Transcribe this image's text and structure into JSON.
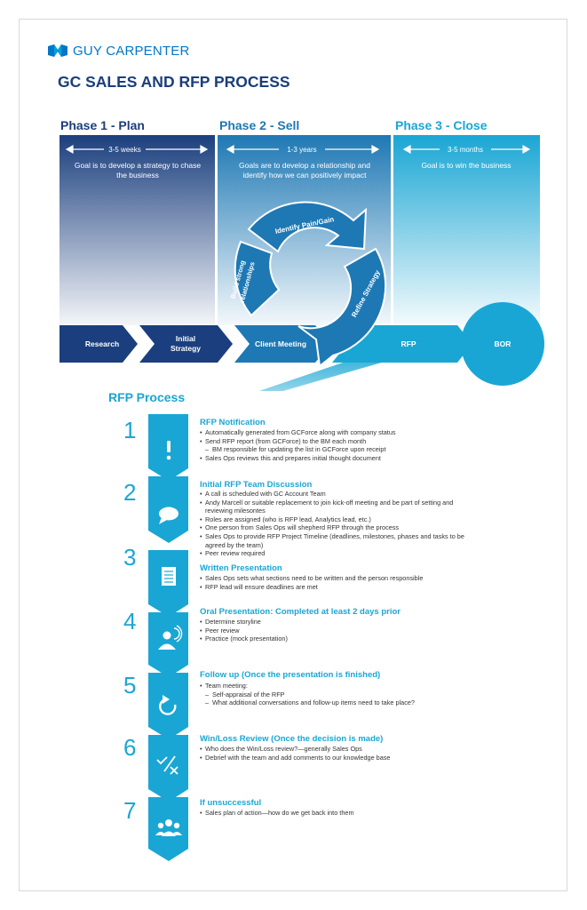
{
  "logo": {
    "text": "GUY CARPENTER"
  },
  "title": "GC SALES AND RFP PROCESS",
  "phases": [
    {
      "title": "Phase 1 - Plan",
      "duration": "3-5 weeks",
      "goal": "Goal is to develop a strategy to chase the business"
    },
    {
      "title": "Phase 2 - Sell",
      "duration": "1-3 years",
      "goal": "Goals are to develop a relationship and identify how we can positively impact"
    },
    {
      "title": "Phase 3 - Close",
      "duration": "3-5 months",
      "goal": "Goal is to win the business"
    }
  ],
  "cycle": {
    "left": "Build strong relationships",
    "top": "Identify Pain/Gain",
    "right": "Refine Strategy"
  },
  "flow": {
    "research": "Research",
    "initial_strategy": "Initial Strategy",
    "client_meeting": "Client Meeting",
    "rfp": "RFP",
    "bor": "BOR"
  },
  "rfp_heading": "RFP Process",
  "steps": [
    {
      "num": "1",
      "title": "RFP Notification",
      "bullets": [
        {
          "text": "Automatically generated from GCForce along with company status"
        },
        {
          "text": "Send RFP report (from GCForce) to the BM each month"
        },
        {
          "text": "BM responsible for updating the list in GCForce upon receipt",
          "sub": true
        },
        {
          "text": "Sales Ops reviews this and prepares initial thought document"
        }
      ]
    },
    {
      "num": "2",
      "title": "Initial RFP Team Discussion",
      "bullets": [
        {
          "text": "A call is scheduled with GC Account Team"
        },
        {
          "text": "Andy Marcell or suitable replacement to join kick-off meeting and be part of setting and reviewing milesontes"
        },
        {
          "text": "Roles are assigned (who is RFP lead, Analytics lead, etc.)"
        },
        {
          "text": "One person from Sales Ops will shepherd RFP through the process"
        },
        {
          "text": "Sales Ops to provide RFP Project Timeline (deadlines, milestones, phases and tasks to be agreed by the team)"
        },
        {
          "text": "Peer review required"
        }
      ]
    },
    {
      "num": "3",
      "title": "Written Presentation",
      "bullets": [
        {
          "text": "Sales Ops sets what sections need to be written and the person responsible"
        },
        {
          "text": "RFP lead will ensure deadlines are met"
        }
      ]
    },
    {
      "num": "4",
      "title": "Oral Presentation: Completed at least 2 days prior",
      "bullets": [
        {
          "text": "Determine storyline"
        },
        {
          "text": "Peer review"
        },
        {
          "text": "Practice (mock presentation)"
        }
      ]
    },
    {
      "num": "5",
      "title": "Follow up (Once the presentation is finished)",
      "bullets": [
        {
          "text": "Team meeting:"
        },
        {
          "text": "Self-appraisal of the RFP",
          "sub": true
        },
        {
          "text": "What additional conversations and follow-up items need to take place?",
          "sub": true
        }
      ]
    },
    {
      "num": "6",
      "title": "Win/Loss Review (Once the decision is made)",
      "bullets": [
        {
          "text": "Who does the Win/Loss review?—generally Sales Ops"
        },
        {
          "text": "Debrief with the team and add comments to our knowledge base"
        }
      ]
    },
    {
      "num": "7",
      "title": "If unsuccessful",
      "bullets": [
        {
          "text": "Sales plan of action—how do we get back into them"
        }
      ]
    }
  ],
  "colors": {
    "navy": "#1a3e7c",
    "mid_blue": "#1e78b4",
    "cyan": "#1aa6d4",
    "dark_chevron": "#1b3f7e"
  },
  "icons": [
    "exclamation-icon",
    "speech-bubble-icon",
    "document-icon",
    "presenter-icon",
    "refresh-icon",
    "check-x-icon",
    "team-icon"
  ]
}
